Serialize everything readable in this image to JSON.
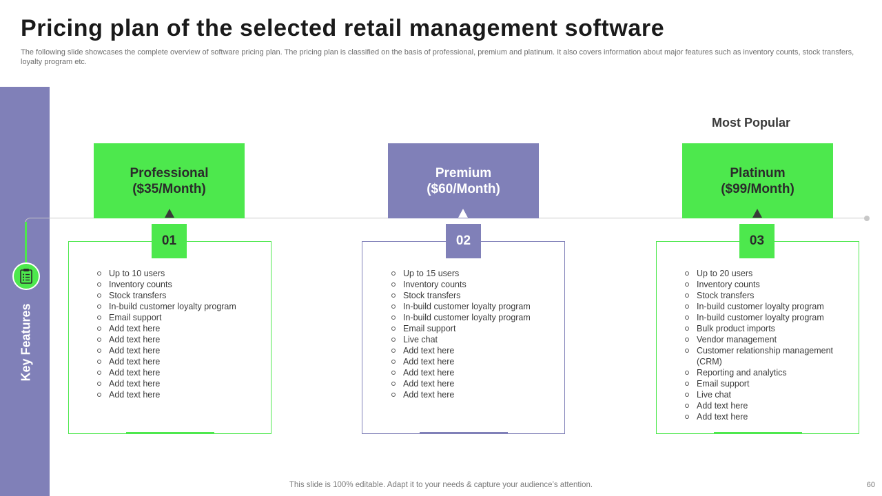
{
  "header": {
    "title": "Pricing plan of the selected retail management software",
    "subtitle": "The following slide showcases the complete overview of software pricing plan. The pricing plan is classified on the basis of professional, premium and platinum. It also covers information about major features such as inventory counts, stock transfers, loyalty program etc."
  },
  "sidebar": {
    "label": "Key Features",
    "icon": "clipboard-checklist-icon"
  },
  "most_popular_label": "Most Popular",
  "plans": [
    {
      "name": "Professional",
      "price": "($35/Month)",
      "number": "01",
      "features": [
        "Up to 10 users",
        "Inventory  counts",
        "Stock transfers",
        "In-build  customer loyalty program",
        "Email support",
        "Add text here",
        "Add text here",
        "Add text here",
        "Add text here",
        "Add text here",
        "Add text here",
        "Add text here"
      ]
    },
    {
      "name": "Premium",
      "price": "($60/Month)",
      "number": "02",
      "features": [
        "Up to 15 users",
        "Inventory  counts",
        "Stock transfers",
        "In-build  customer loyalty program",
        "In-build  customer loyalty program",
        "Email support",
        "Live  chat",
        "Add text here",
        "Add text here",
        "Add text here",
        "Add text here",
        "Add text here"
      ]
    },
    {
      "name": "Platinum",
      "price": "($99/Month)",
      "number": "03",
      "features": [
        "Up to 20 users",
        "Inventory  counts",
        "Stock transfers",
        "In-build  customer loyalty program",
        "In-build  customer loyalty program",
        "Bulk product imports",
        "Vendor management",
        "Customer relationship  management (CRM)",
        "Reporting  and analytics",
        "Email support",
        "Live  chat",
        "Add text here",
        "Add text here"
      ]
    }
  ],
  "colors": {
    "green": "#4de84d",
    "purple": "#8080b8"
  },
  "footer": {
    "note": "This slide is 100% editable. Adapt it to your needs & capture your audience’s attention.",
    "page_number": "60"
  }
}
